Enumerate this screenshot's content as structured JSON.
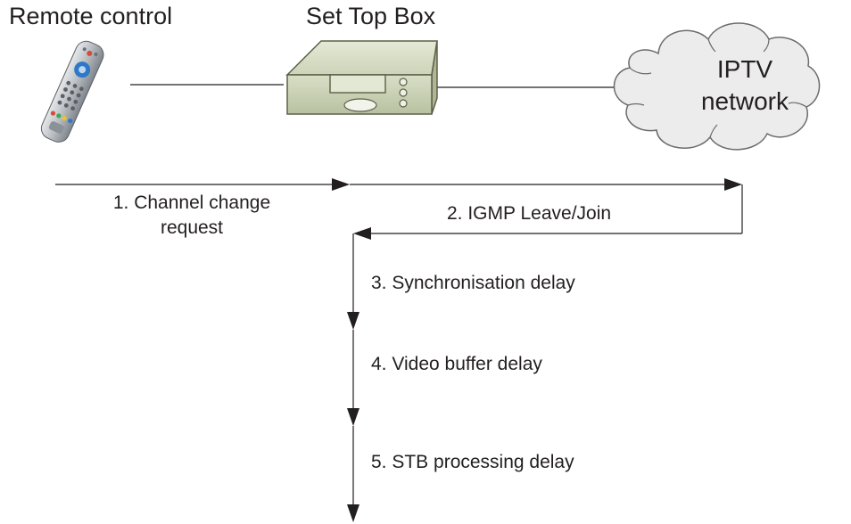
{
  "nodes": {
    "remote": {
      "label": "Remote control",
      "icon": "remote-control-icon"
    },
    "stb": {
      "label": "Set Top Box",
      "icon": "set-top-box-icon"
    },
    "network": {
      "label_line1": "IPTV",
      "label_line2": "network",
      "icon": "cloud-icon"
    }
  },
  "steps": [
    {
      "line1": "1. Channel change",
      "line2": "request"
    },
    {
      "line1": "2. IGMP Leave/Join"
    },
    {
      "line1": "3. Synchronisation delay"
    },
    {
      "line1": "4. Video buffer delay"
    },
    {
      "line1": "5. STB processing delay"
    }
  ],
  "colors": {
    "line": "#231f20",
    "cloud_fill": "#ececec",
    "box_fill": "#d2d9c0",
    "remote_body": "#b8bcc1",
    "remote_accent_blue": "#2e78c7",
    "remote_accent_red": "#d84a3a"
  }
}
